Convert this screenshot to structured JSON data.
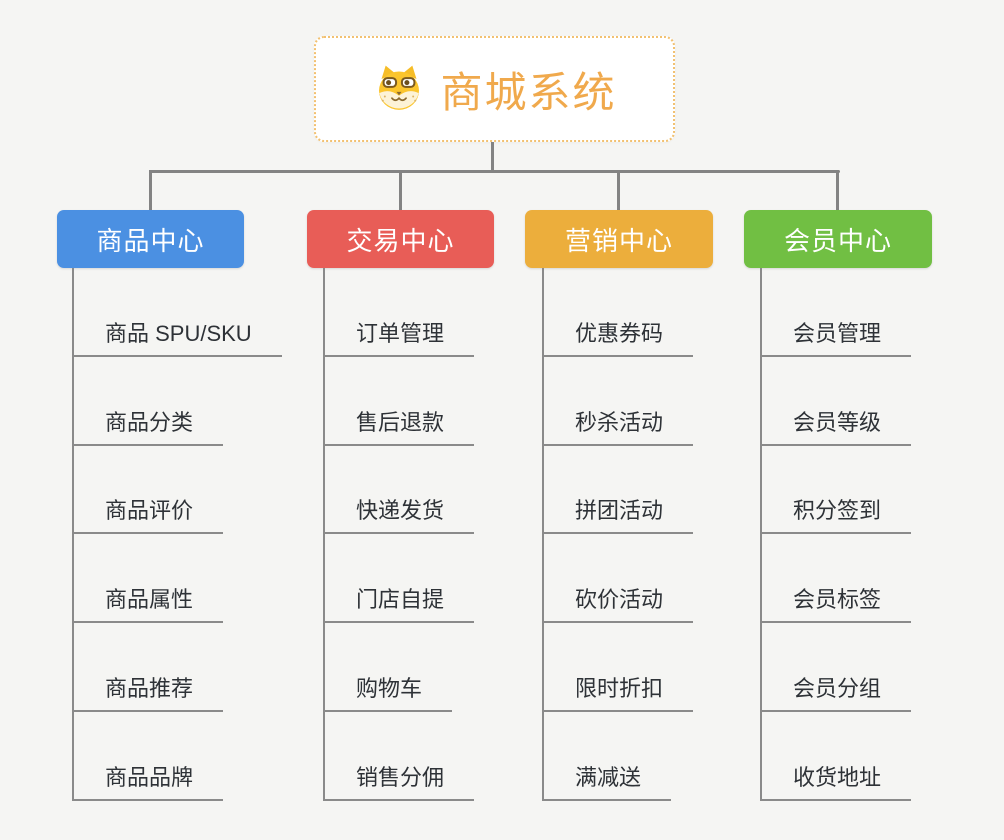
{
  "root": {
    "title": "商城系统",
    "icon": "dog-face-icon"
  },
  "branches": [
    {
      "label": "商品中心",
      "color": "#4b90e2",
      "items": [
        "商品 SPU/SKU",
        "商品分类",
        "商品评价",
        "商品属性",
        "商品推荐",
        "商品品牌"
      ]
    },
    {
      "label": "交易中心",
      "color": "#e85d57",
      "items": [
        "订单管理",
        "售后退款",
        "快递发货",
        "门店自提",
        "购物车",
        "销售分佣"
      ]
    },
    {
      "label": "营销中心",
      "color": "#ecae3c",
      "items": [
        "优惠券码",
        "秒杀活动",
        "拼团活动",
        "砍价活动",
        "限时折扣",
        "满减送"
      ]
    },
    {
      "label": "会员中心",
      "color": "#71bf43",
      "items": [
        "会员管理",
        "会员等级",
        "积分签到",
        "会员标签",
        "会员分组",
        "收货地址"
      ]
    }
  ],
  "colors": {
    "background": "#f5f5f3",
    "root_title": "#f0a94c",
    "root_border": "#f2c171",
    "connector": "#838383",
    "sub_text": "#2e3237"
  }
}
